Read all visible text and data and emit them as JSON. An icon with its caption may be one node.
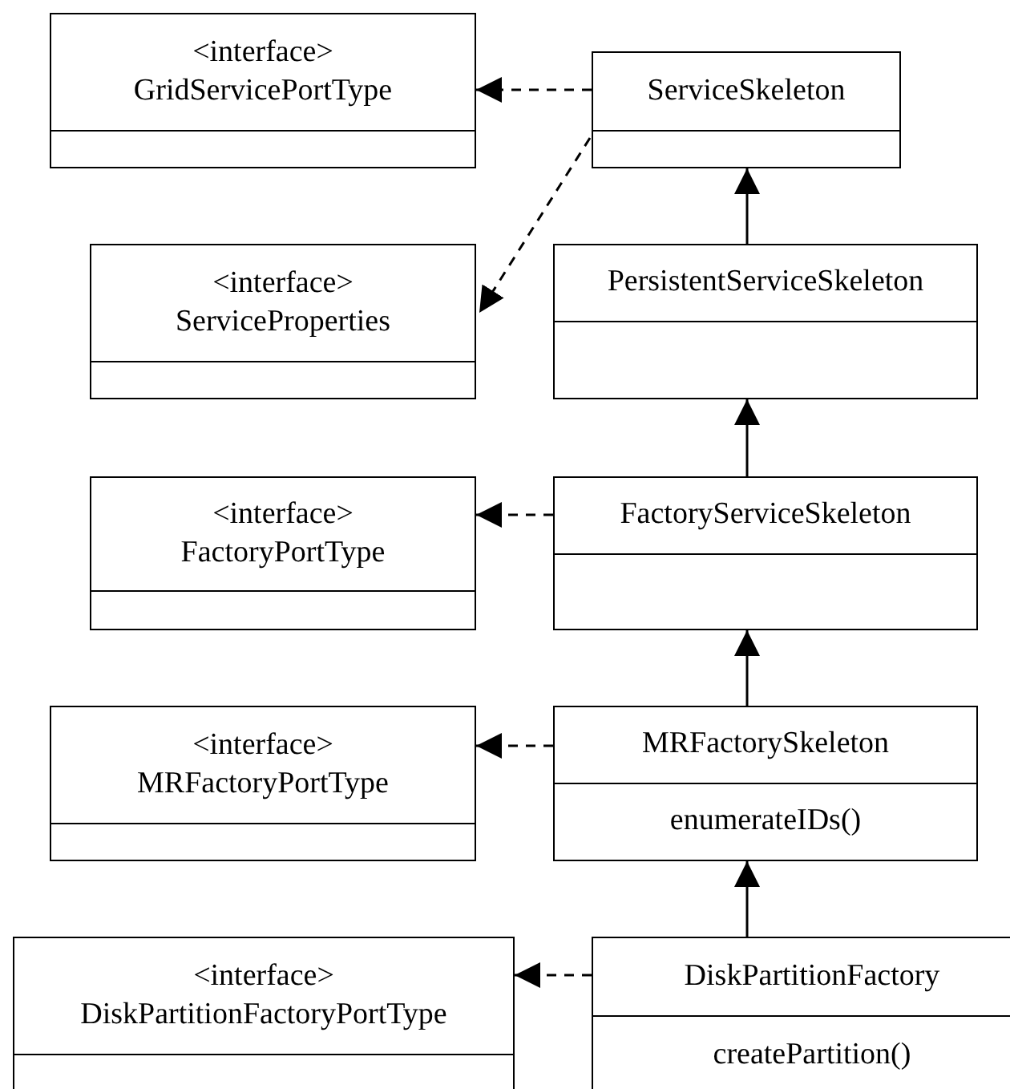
{
  "diagram": {
    "nodes": [
      {
        "text": [
          "<interface>",
          "GridServicePortType"
        ]
      },
      {
        "text": [
          "ServiceSkeleton"
        ]
      },
      {
        "text": [
          "<interface>",
          "ServiceProperties"
        ]
      },
      {
        "text": [
          "PersistentServiceSkeleton"
        ]
      },
      {
        "text": [
          "<interface>",
          "FactoryPortType"
        ]
      },
      {
        "text": [
          "FactoryServiceSkeleton"
        ]
      },
      {
        "text": [
          "<interface>",
          "MRFactoryPortType"
        ]
      },
      {
        "text": [
          "MRFactorySkeleton",
          "enumerateIDs()"
        ]
      },
      {
        "text": [
          "<interface>",
          "DiskPartitionFactoryPortType"
        ]
      },
      {
        "text": [
          "DiskPartitionFactory",
          "createPartition()"
        ]
      }
    ],
    "edges": [
      {
        "from": 1,
        "to": 0,
        "arrow": "to",
        "style": "dashed"
      },
      {
        "from": 1,
        "to": 2,
        "arrow": "to",
        "style": "dashed"
      },
      {
        "from": 3,
        "to": 1,
        "arrow": "to"
      },
      {
        "from": 5,
        "to": 3,
        "arrow": "to"
      },
      {
        "from": 5,
        "to": 4,
        "arrow": "to",
        "style": "dashed"
      },
      {
        "from": 7,
        "to": 5,
        "arrow": "to"
      },
      {
        "from": 7,
        "to": 6,
        "arrow": "to",
        "style": "dashed"
      },
      {
        "from": 9,
        "to": 7,
        "arrow": "to"
      },
      {
        "from": 9,
        "to": 8,
        "arrow": "to",
        "style": "dashed"
      }
    ]
  }
}
